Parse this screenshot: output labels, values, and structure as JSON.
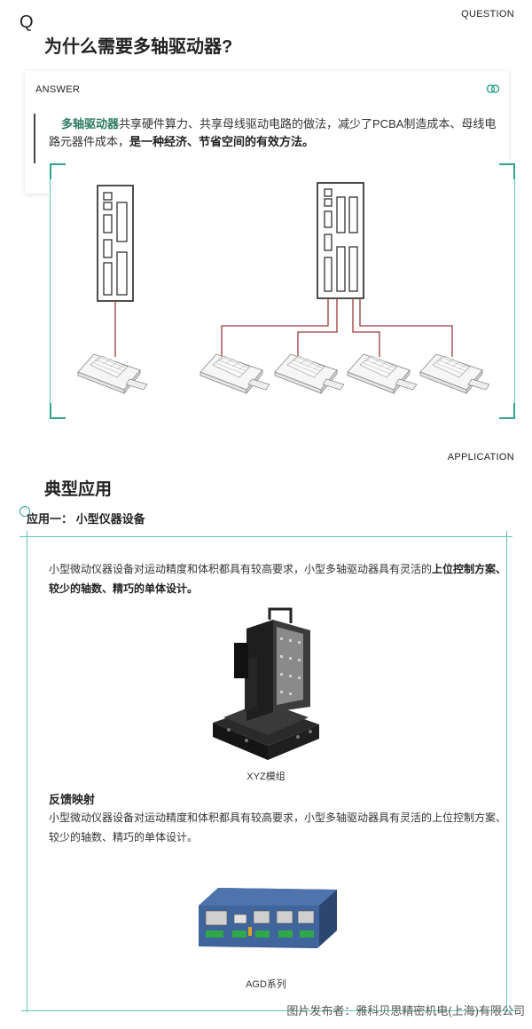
{
  "question": {
    "letter": "Q",
    "tag": "QUESTION",
    "title": "为什么需要多轴驱动器?"
  },
  "answer": {
    "label": "ANSWER",
    "icon": "rings-icon",
    "highlight": "多轴驱动器",
    "text_mid": "共享硬件算力、共享母线驱动电路的做法，减少了PCBA制造成本、母线电路元器件成本，",
    "text_bold": "是一种经济、节省空间的有效方法。"
  },
  "application": {
    "tag": "APPLICATION",
    "title": "典型应用",
    "subtitle": "应用一：  小型仪器设备",
    "para1_text": "小型微动仪器设备对运动精度和体积都具有较高要求，小型多轴驱动器具有灵活的",
    "para1_bold": "上位控制方案、较少的轴数、精巧的单体设计。",
    "caption1": "XYZ模组",
    "section_head": "反馈映射",
    "para2": "小型微动仪器设备对运动精度和体积都具有较高要求，小型多轴驱动器具有灵活的上位控制方案、较少的轴数、精巧的单体设计。",
    "caption2": "AGD系列"
  },
  "footer": {
    "watermark": "图片发布者：雅科贝思精密机电(上海)有限公司"
  },
  "colors": {
    "accent": "#2ea38f",
    "line": "#5fc9b6",
    "wire": "#9b3a3a",
    "highlight": "#2c7a62"
  }
}
